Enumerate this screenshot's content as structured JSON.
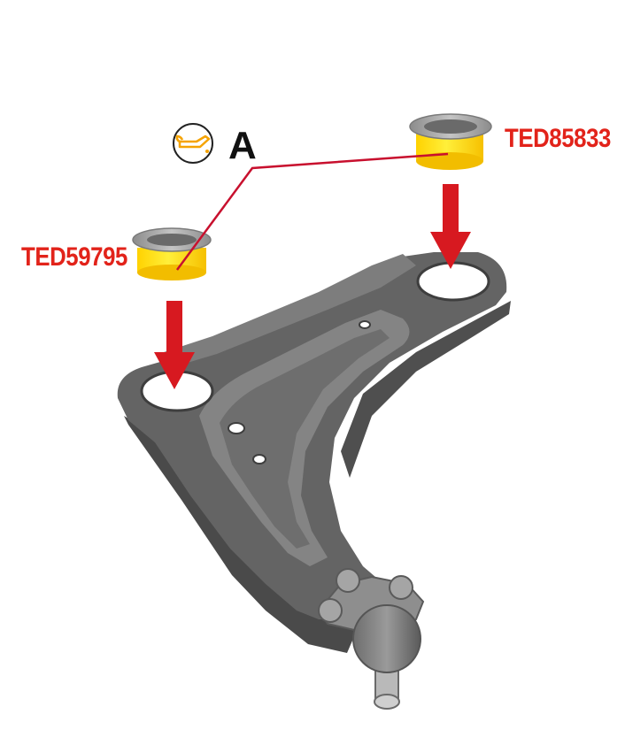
{
  "labels": {
    "part_right": "TED85833",
    "part_left": "TED59795",
    "callout": "A"
  },
  "icons": {
    "lubricant": "oil-can-icon",
    "arrows": "arrow-down-icon"
  },
  "colors": {
    "label_red": "#e2231a",
    "arrow_red": "#d71920",
    "callout_line": "#c8102e",
    "bush_yellow": "#ffe000",
    "bush_orange": "#f6c400",
    "bush_grey": "#9a9a9a",
    "arm_dark": "#5d5d5d",
    "arm_mid": "#767676",
    "arm_light": "#8a8a8a",
    "oil_icon": "#f5a300",
    "text_black": "#111111"
  }
}
